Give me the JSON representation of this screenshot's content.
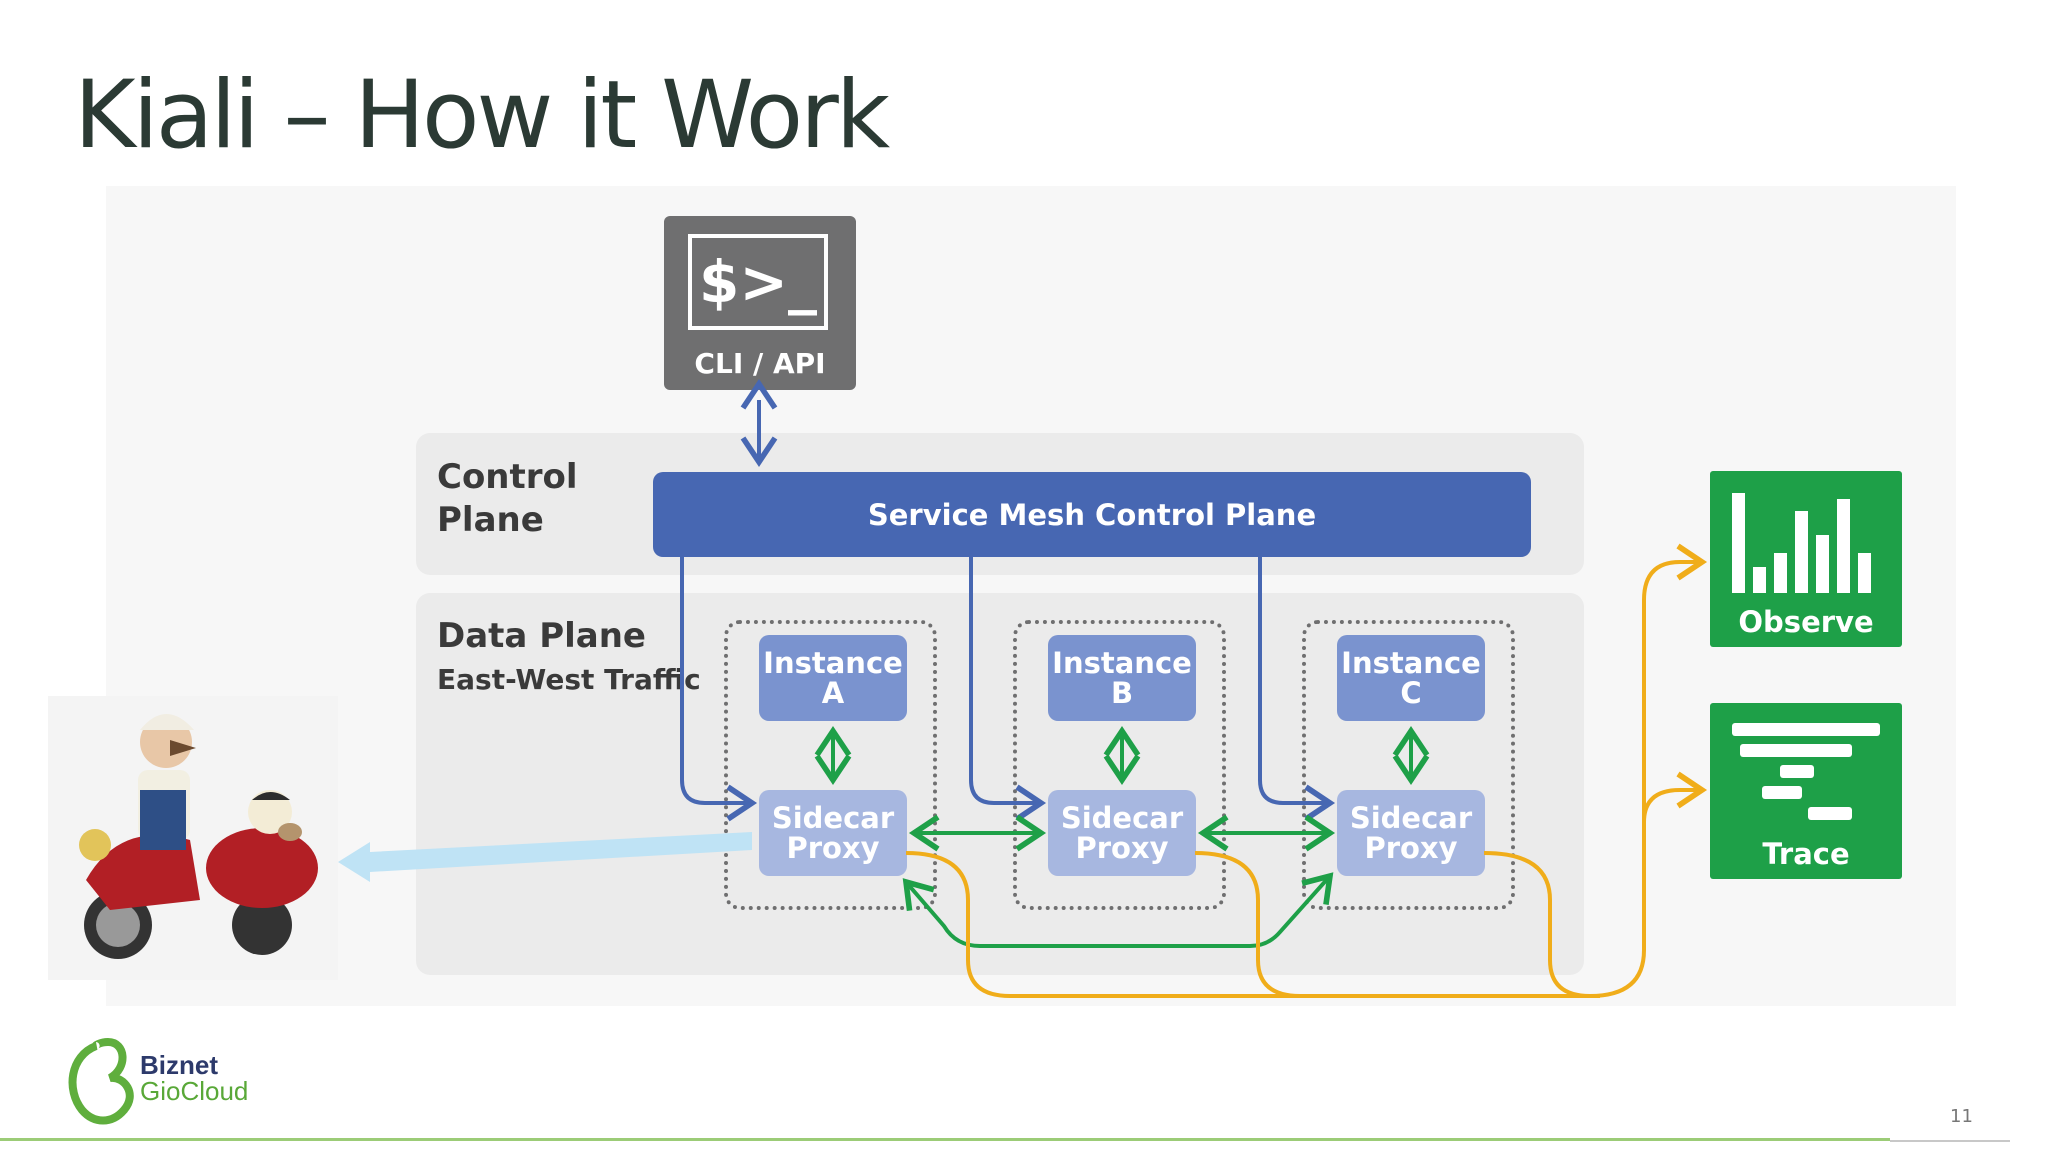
{
  "slide": {
    "title": "Kiali – How it Work",
    "page_number": "11"
  },
  "diagram": {
    "cli": {
      "symbol": "$>_",
      "label": "CLI / API"
    },
    "control_plane": {
      "label_line1": "Control",
      "label_line2": "Plane",
      "bar_label": "Service Mesh Control Plane"
    },
    "data_plane": {
      "label": "Data Plane",
      "sublabel": "East-West Traffic"
    },
    "instances": [
      {
        "line1": "Instance",
        "line2": "A"
      },
      {
        "line1": "Instance",
        "line2": "B"
      },
      {
        "line1": "Instance",
        "line2": "C"
      }
    ],
    "sidecars": [
      {
        "line1": "Sidecar",
        "line2": "Proxy"
      },
      {
        "line1": "Sidecar",
        "line2": "Proxy"
      },
      {
        "line1": "Sidecar",
        "line2": "Proxy"
      }
    ],
    "outputs": {
      "observe": "Observe",
      "trace": "Trace"
    },
    "colors": {
      "control_blue": "#4767b2",
      "instance_blue": "#7a93cf",
      "sidecar_blue": "#a7b7e0",
      "green": "#1ea048",
      "orange": "#f0ad1a",
      "light_blue_arrow": "#bfe3f5"
    }
  },
  "logo": {
    "line1": "Biznet",
    "line2": "GioCloud"
  }
}
